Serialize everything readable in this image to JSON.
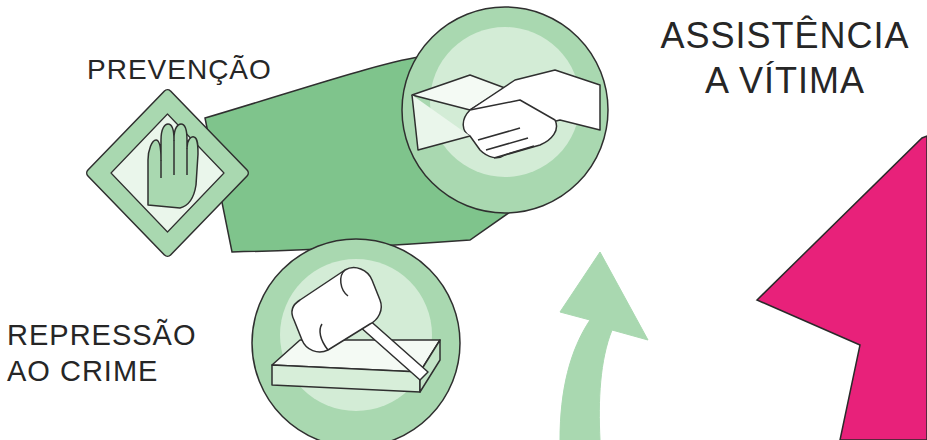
{
  "diagram": {
    "nodes": [
      {
        "text": [
          "PREVENÇÃO"
        ]
      },
      {
        "text": [
          "ASSISTÊNCIA A VÍTIMA"
        ]
      },
      {
        "text": [
          "REPRESSÃO AO CRIME"
        ]
      }
    ]
  }
}
